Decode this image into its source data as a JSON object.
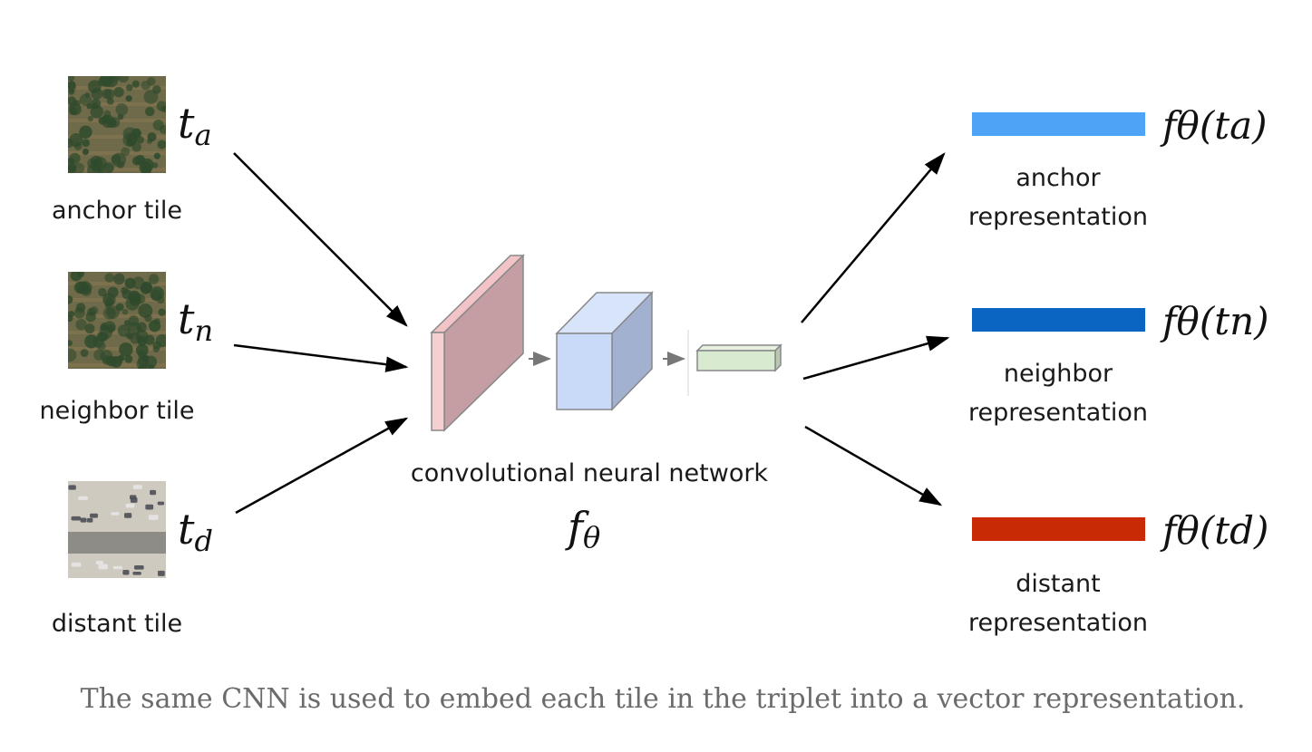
{
  "tiles": [
    {
      "id": "anchor",
      "label": "anchor tile",
      "symbol": "t",
      "subscript": "a"
    },
    {
      "id": "neighbor",
      "label": "neighbor tile",
      "symbol": "t",
      "subscript": "n"
    },
    {
      "id": "distant",
      "label": "distant tile",
      "symbol": "t",
      "subscript": "d"
    }
  ],
  "network": {
    "label": "convolutional neural network",
    "symbol": "f",
    "subscript": "θ"
  },
  "representations": [
    {
      "id": "anchor",
      "label_line1": "anchor",
      "label_line2": "representation",
      "function": "fθ(ta)",
      "color": "#4da3f5"
    },
    {
      "id": "neighbor",
      "label_line1": "neighbor",
      "label_line2": "representation",
      "function": "fθ(tn)",
      "color": "#0a64c2"
    },
    {
      "id": "distant",
      "label_line1": "distant",
      "label_line2": "representation",
      "function": "fθ(td)",
      "color": "#c82a06"
    }
  ],
  "caption": "The same CNN is used to embed each tile in the triplet into a vector representation.",
  "colors": {
    "conv_block_front": "#f5cfd2",
    "conv_block_side": "#c49ea2",
    "cube_front": "#c9daf8",
    "cube_side": "#a3b1d1",
    "vector_block": "#d8ebd0",
    "tree_canopy": "#2f4a2c",
    "field_soil": "#8d7a55",
    "parking_ground": "#bdb8ab",
    "car_dark": "#4b4f55"
  }
}
